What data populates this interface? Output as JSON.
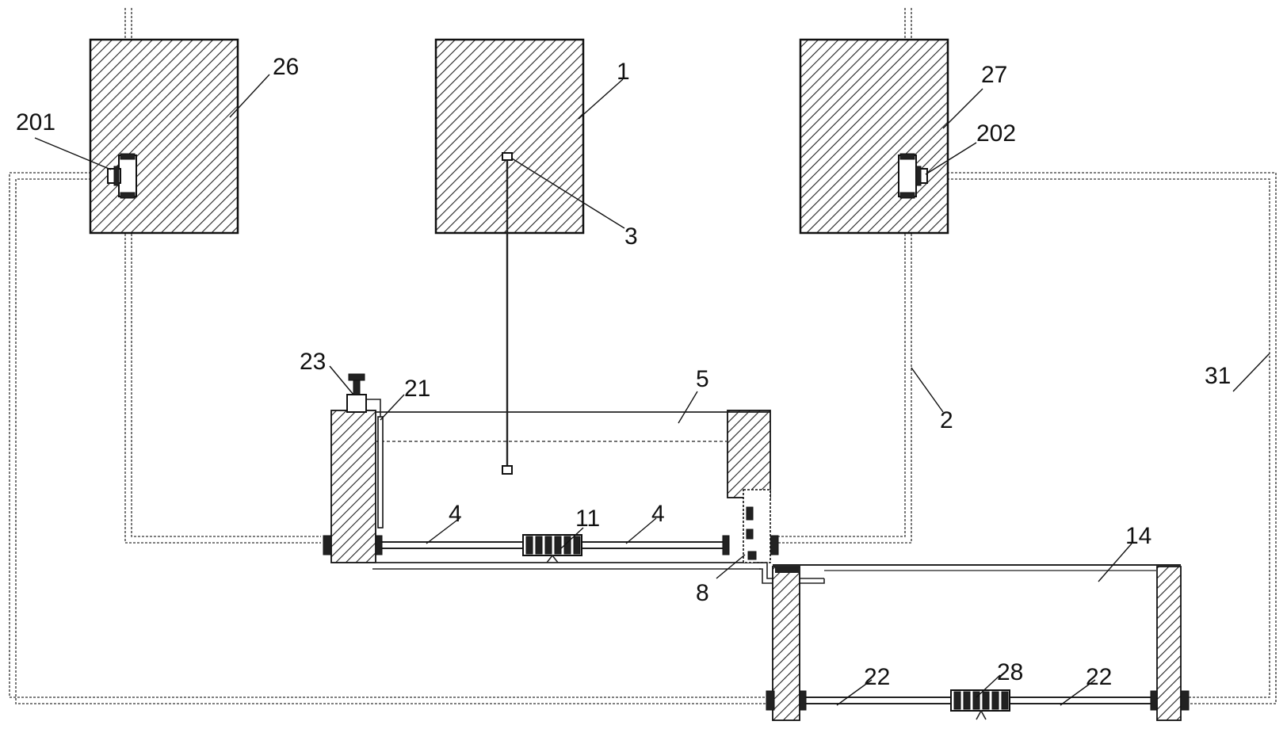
{
  "labels": {
    "l26": "26",
    "l201": "201",
    "l1": "1",
    "l3": "3",
    "l27": "27",
    "l202": "202",
    "l23": "23",
    "l21": "21",
    "l5": "5",
    "l2": "2",
    "l31": "31",
    "l4a": "4",
    "l11": "11",
    "l4b": "4",
    "l14": "14",
    "l8": "8",
    "l22a": "22",
    "l28": "28",
    "l22b": "22"
  },
  "colors": {
    "line": "#111111",
    "pipe": "#555555",
    "background": "#ffffff"
  }
}
